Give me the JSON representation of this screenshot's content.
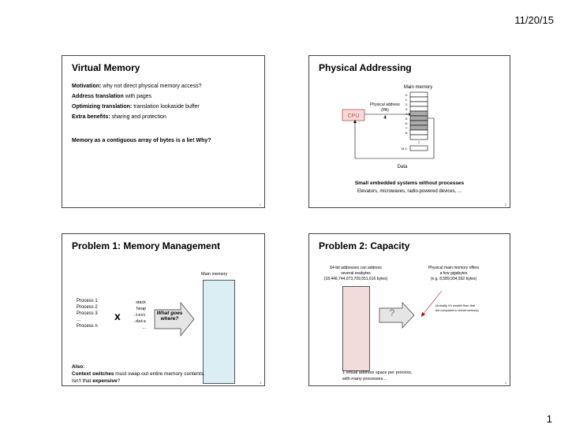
{
  "header": {
    "date": "11/20/15"
  },
  "footer": {
    "page_number": "1"
  },
  "slides": {
    "s1": {
      "title": "Virtual Memory",
      "lines": [
        {
          "label": "Motivation:",
          "text": "why not direct physical memory access?"
        },
        {
          "label": "Address translation",
          "text": "with pages"
        },
        {
          "label": "Optimizing translation:",
          "text": "translation lookaside buffer"
        },
        {
          "label": "Extra benefits:",
          "text": "sharing and protection"
        }
      ],
      "closing": "Memory as a contiguous array of bytes is a lie! Why?",
      "num": "1"
    },
    "s2": {
      "title": "Physical Addressing",
      "main_memory": "Main memory",
      "addresses": [
        "0:",
        "1:",
        "2:",
        "3:",
        "4:",
        "5:",
        "6:",
        "7:",
        "8:",
        "M-1:"
      ],
      "cpu": "CPU",
      "pa_label": "Physical address",
      "pa_abbr": "(PA)",
      "pa_value": "4",
      "data_label": "Data",
      "caption_bold": "Small embedded systems without processes",
      "caption_sub": "Elevators, microwaves, radio-powered devices, ...",
      "num": "2"
    },
    "s3": {
      "title": "Problem 1: Memory Management",
      "main_memory": "Main memory",
      "processes": [
        "Process 1",
        "Process 2",
        "Process 3",
        "...",
        "Process n"
      ],
      "times": "x",
      "segments": [
        "stack",
        "heap",
        ".text",
        ".data",
        "..."
      ],
      "arrow_label": "What goes where?",
      "also": "Also:",
      "context_bold": "Context switches",
      "context_rest": "must swap out entire memory contents.",
      "isnt": "Isn't that",
      "expensive": "expensive",
      "q": "?",
      "num": "3"
    },
    "s4": {
      "title": "Problem 2: Capacity",
      "left_caption": [
        "64-bit addresses can address",
        "several exabytes",
        "(18,446,744,073,709,551,616 bytes)"
      ],
      "right_caption": [
        "Physical main memory offers",
        "a few gigabytes",
        "(e.g. 8,589,934,592 bytes)"
      ],
      "question": "?",
      "note": [
        "(Actually, it's smaller than that",
        "dot compared to virtual memory)"
      ],
      "bottom": [
        "1 virtual address space per process,",
        "with many processes..."
      ],
      "num": "4"
    }
  },
  "colors": {
    "cpu_fill": "#f2dcdb",
    "cpu_border": "#c0504d",
    "mem_blue": "#dbeef4",
    "mem_pink": "#f2dcdb",
    "arrow_fill": "#e5e5e5",
    "note_red": "#c00000"
  }
}
